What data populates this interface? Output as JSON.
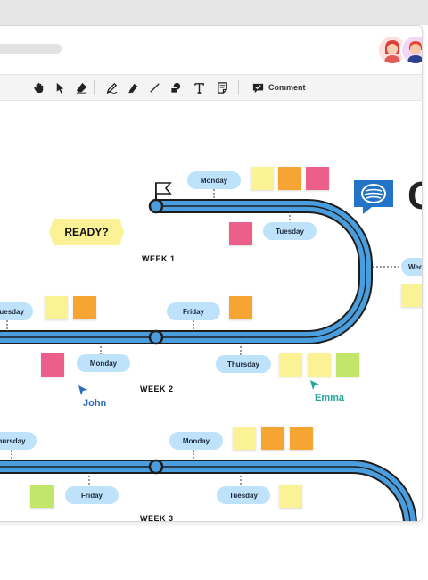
{
  "toolbar": {
    "comment_label": "Comment",
    "tools": [
      "hand-icon",
      "pointer-icon",
      "eraser-icon",
      "pen-icon",
      "highlighter-icon",
      "line-icon",
      "shapes-icon",
      "text-icon",
      "sticky-note-icon",
      "comment-icon"
    ]
  },
  "board": {
    "ready_label": "READY?",
    "weeks": [
      "WEEK 1",
      "WEEK 2",
      "WEEK 3"
    ],
    "days": {
      "w1_monday": "Monday",
      "w1_tuesday": "Tuesday",
      "w1_wednesday": "Wednes",
      "w2_tuesday": "Tuesday",
      "w2_friday": "Friday",
      "w2_monday": "Monday",
      "w2_thursday": "Thursday",
      "w3_thursday": "hursday",
      "w3_monday": "Monday",
      "w3_friday": "Friday",
      "w3_tuesday": "Tuesday"
    },
    "cursors": {
      "john": "John",
      "emma": "Emma"
    },
    "brand_letter": "C"
  },
  "colors": {
    "road": "#4a9ede",
    "road_edge": "#1d1d1d",
    "pill": "#bfe2fb",
    "note_yellow": "#fbf296",
    "note_orange": "#f6a532",
    "note_pink": "#ec5f8a",
    "note_green": "#c2e66a",
    "john_cursor": "#2b6cb8",
    "emma_cursor": "#22a59a",
    "logo": "#2374c6"
  }
}
